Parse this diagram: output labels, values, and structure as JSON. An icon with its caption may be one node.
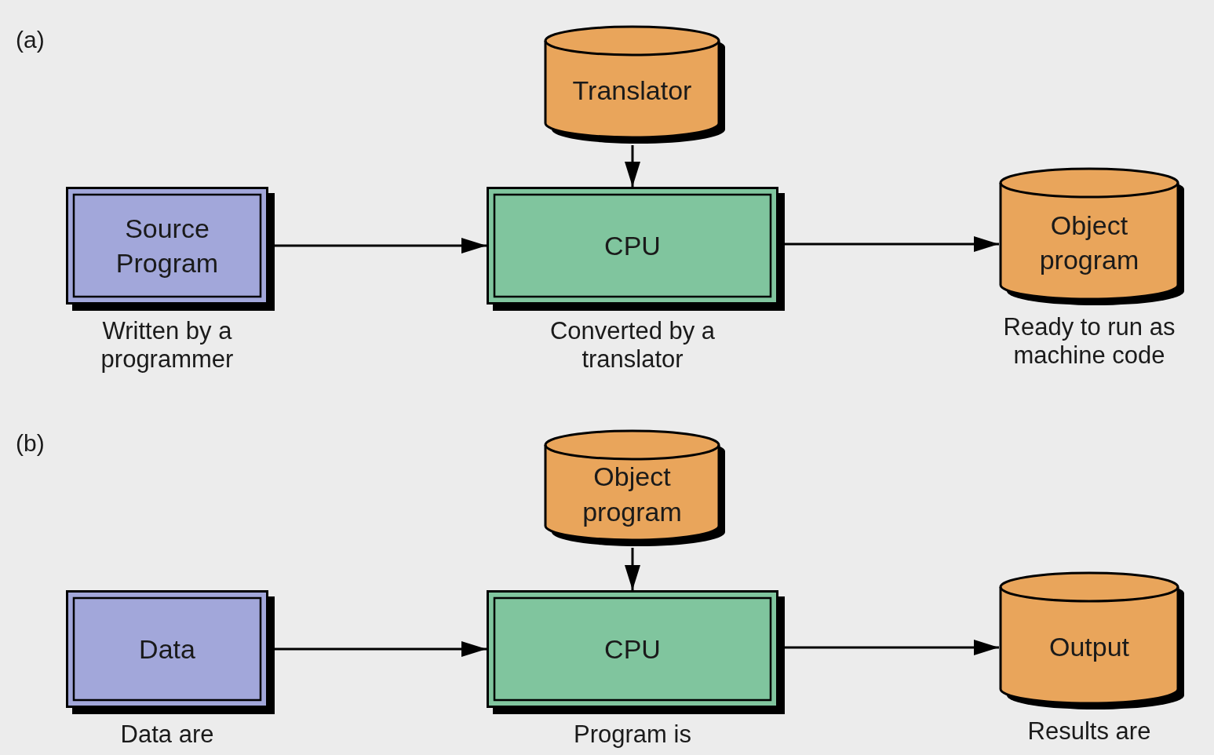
{
  "diagram": {
    "nodes": [
      {
        "text": [
          "Translator"
        ]
      },
      {
        "text": [
          "Source Program"
        ],
        "beside": [
          "Written by a programmer"
        ]
      },
      {
        "text": [
          "CPU"
        ],
        "beside": [
          "Converted by a translator"
        ]
      },
      {
        "text": [
          "Object program"
        ],
        "beside": [
          "Ready to run as machine code"
        ]
      },
      {
        "text": [
          "Object program"
        ]
      },
      {
        "text": [
          "Data"
        ],
        "beside": [
          "Data are"
        ]
      },
      {
        "text": [
          "CPU"
        ],
        "beside": [
          "Program is"
        ]
      },
      {
        "text": [
          "Output"
        ],
        "beside": [
          "Results are"
        ]
      }
    ],
    "edges": [
      {
        "from": 0,
        "to": 2,
        "arrow": "to"
      },
      {
        "from": 1,
        "to": 2,
        "arrow": "to"
      },
      {
        "from": 2,
        "to": 3,
        "arrow": "to"
      },
      {
        "from": 4,
        "to": 6,
        "arrow": "to"
      },
      {
        "from": 5,
        "to": 6,
        "arrow": "to"
      },
      {
        "from": 6,
        "to": 7,
        "arrow": "to"
      }
    ],
    "labels": [
      "(a)",
      "(b)"
    ]
  }
}
